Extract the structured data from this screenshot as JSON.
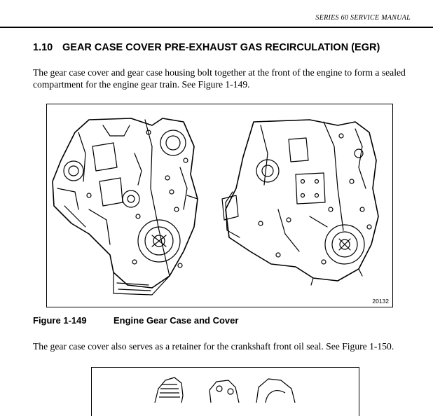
{
  "running_header": "SERIES 60 SERVICE MANUAL",
  "section": {
    "number": "1.10",
    "title": "GEAR CASE COVER PRE-EXHAUST GAS RECIRCULATION (EGR)"
  },
  "paragraphs": [
    "The gear case cover and gear case housing bolt together at the front of the engine to form a sealed compartment for the engine gear train.  See Figure 1-149.",
    "The gear case cover also serves as a retainer for the crankshaft front oil seal. See Figure 1-150."
  ],
  "figure": {
    "image_number": "20132",
    "label": "Figure 1-149",
    "caption": "Engine Gear Case and Cover"
  }
}
